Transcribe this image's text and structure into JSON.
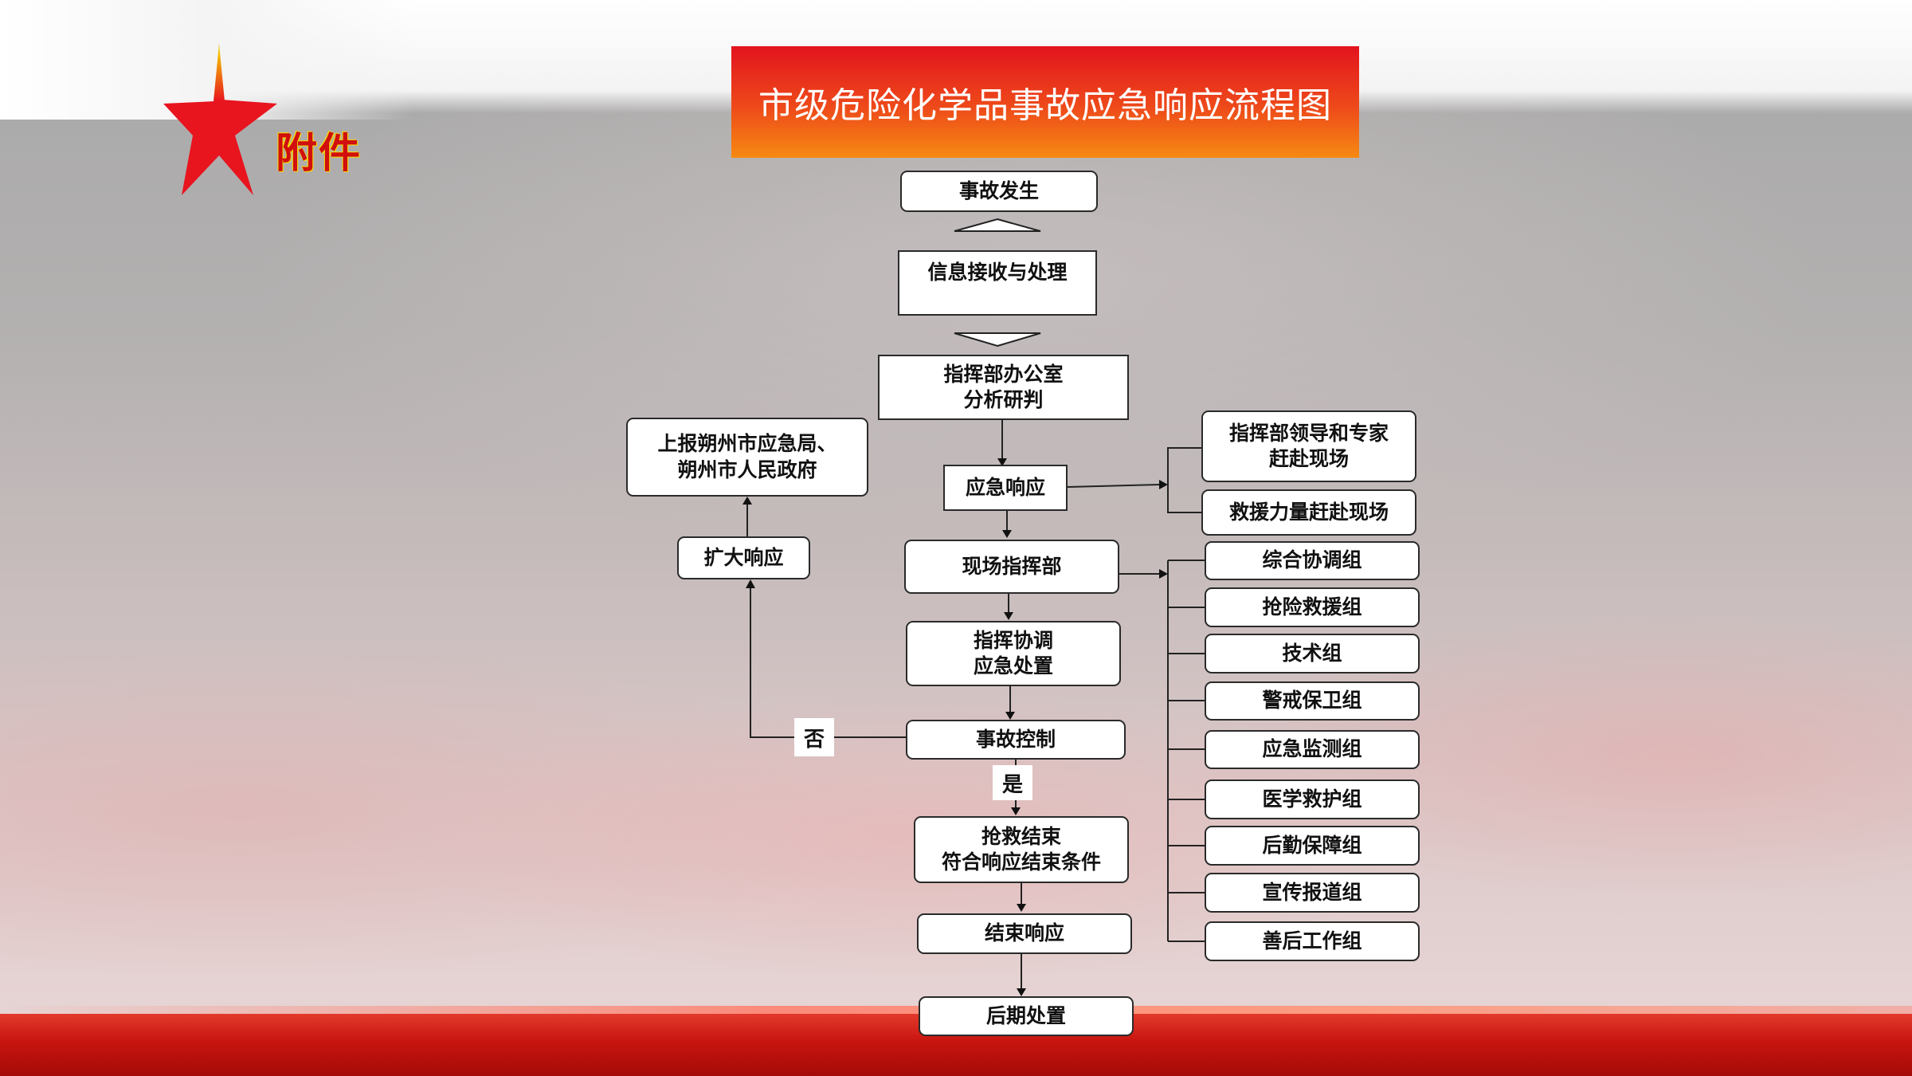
{
  "header": {
    "attachment_label": "附件",
    "title": "市级危险化学品事故应急响应流程图"
  },
  "flow": {
    "accident_occurs": "事故发生",
    "info_receive": "信息接收与处理",
    "office_analysis": "指挥部办公室\n分析研判",
    "emergency_response": "应急响应",
    "onsite_command": "现场指挥部",
    "command_coordination": "指挥协调\n应急处置",
    "accident_control": "事故控制",
    "rescue_end": "抢救结束\n符合响应结束条件",
    "end_response": "结束响应",
    "aftermath": "后期处置",
    "expand_response": "扩大响应",
    "report_upward": "上报朔州市应急局、\n朔州市人民政府",
    "no_label": "否",
    "yes_label": "是"
  },
  "response_actions": [
    "指挥部领导和专家\n赶赴现场",
    "救援力量赶赴现场"
  ],
  "working_groups": [
    "综合协调组",
    "抢险救援组",
    "技术组",
    "警戒保卫组",
    "应急监测组",
    "医学救护组",
    "后勤保障组",
    "宣传报道组",
    "善后工作组"
  ],
  "colors": {
    "title_gradient_top": "#e2141e",
    "title_gradient_bottom": "#f68a12",
    "star_red": "#e8141e",
    "accent_yellow": "#f6e100"
  }
}
